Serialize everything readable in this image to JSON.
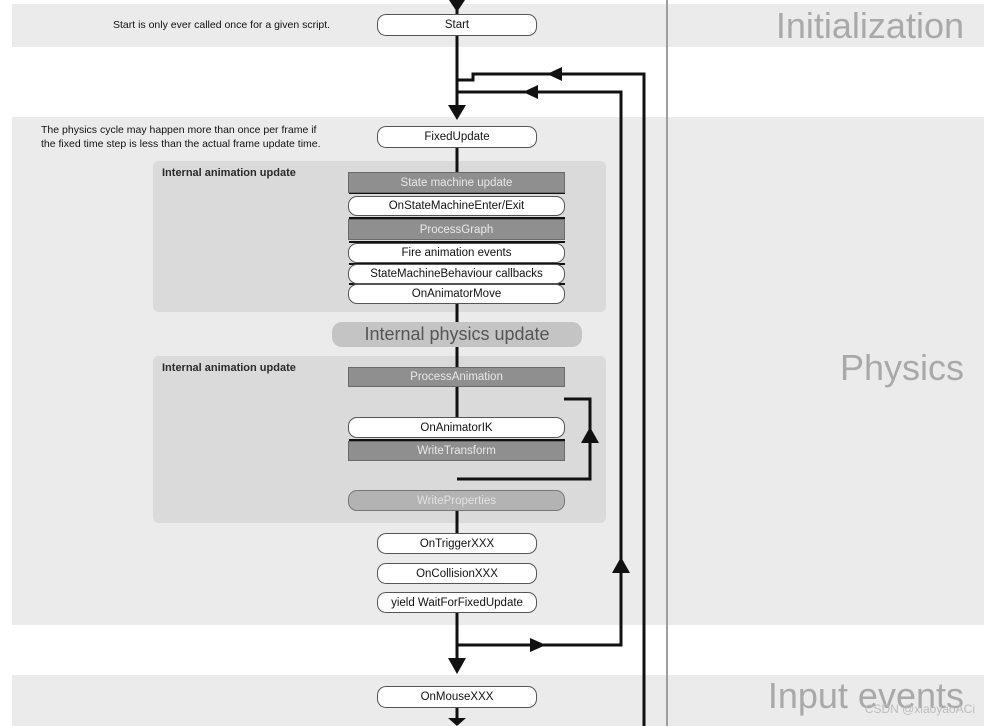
{
  "sections": {
    "initialization": "Initialization",
    "physics": "Physics",
    "input_events": "Input events"
  },
  "notes": {
    "start_note": "Start is only ever called once for a given script.",
    "physics_note_line1": "The physics cycle may happen more than once per frame if",
    "physics_note_line2": "the fixed time step is less than the actual frame update time."
  },
  "nodes": {
    "start": "Start",
    "fixed_update": "FixedUpdate",
    "state_machine_update": "State machine update",
    "on_state_machine_enter_exit": "OnStateMachineEnter/Exit",
    "process_graph": "ProcessGraph",
    "fire_animation_events": "Fire animation events",
    "state_machine_behaviour_callbacks": "StateMachineBehaviour callbacks",
    "on_animator_move": "OnAnimatorMove",
    "internal_physics_update": "Internal physics update",
    "process_animation": "ProcessAnimation",
    "on_animator_ik": "OnAnimatorIK",
    "write_transform": "WriteTransform",
    "write_properties": "WriteProperties",
    "on_trigger": "OnTriggerXXX",
    "on_collision": "OnCollisionXXX",
    "yield_wait_fixed": "yield WaitForFixedUpdate",
    "on_mouse": "OnMouseXXX"
  },
  "panels": {
    "animation_update_1": "Internal animation update",
    "animation_update_2": "Internal animation update"
  },
  "watermark": "CSDN @xiaoyaoACi",
  "colors": {
    "band": "#ebebeb",
    "panel": "#dadada",
    "section_label": "#a9a9a9",
    "rect_node": "#8f8f8f"
  }
}
